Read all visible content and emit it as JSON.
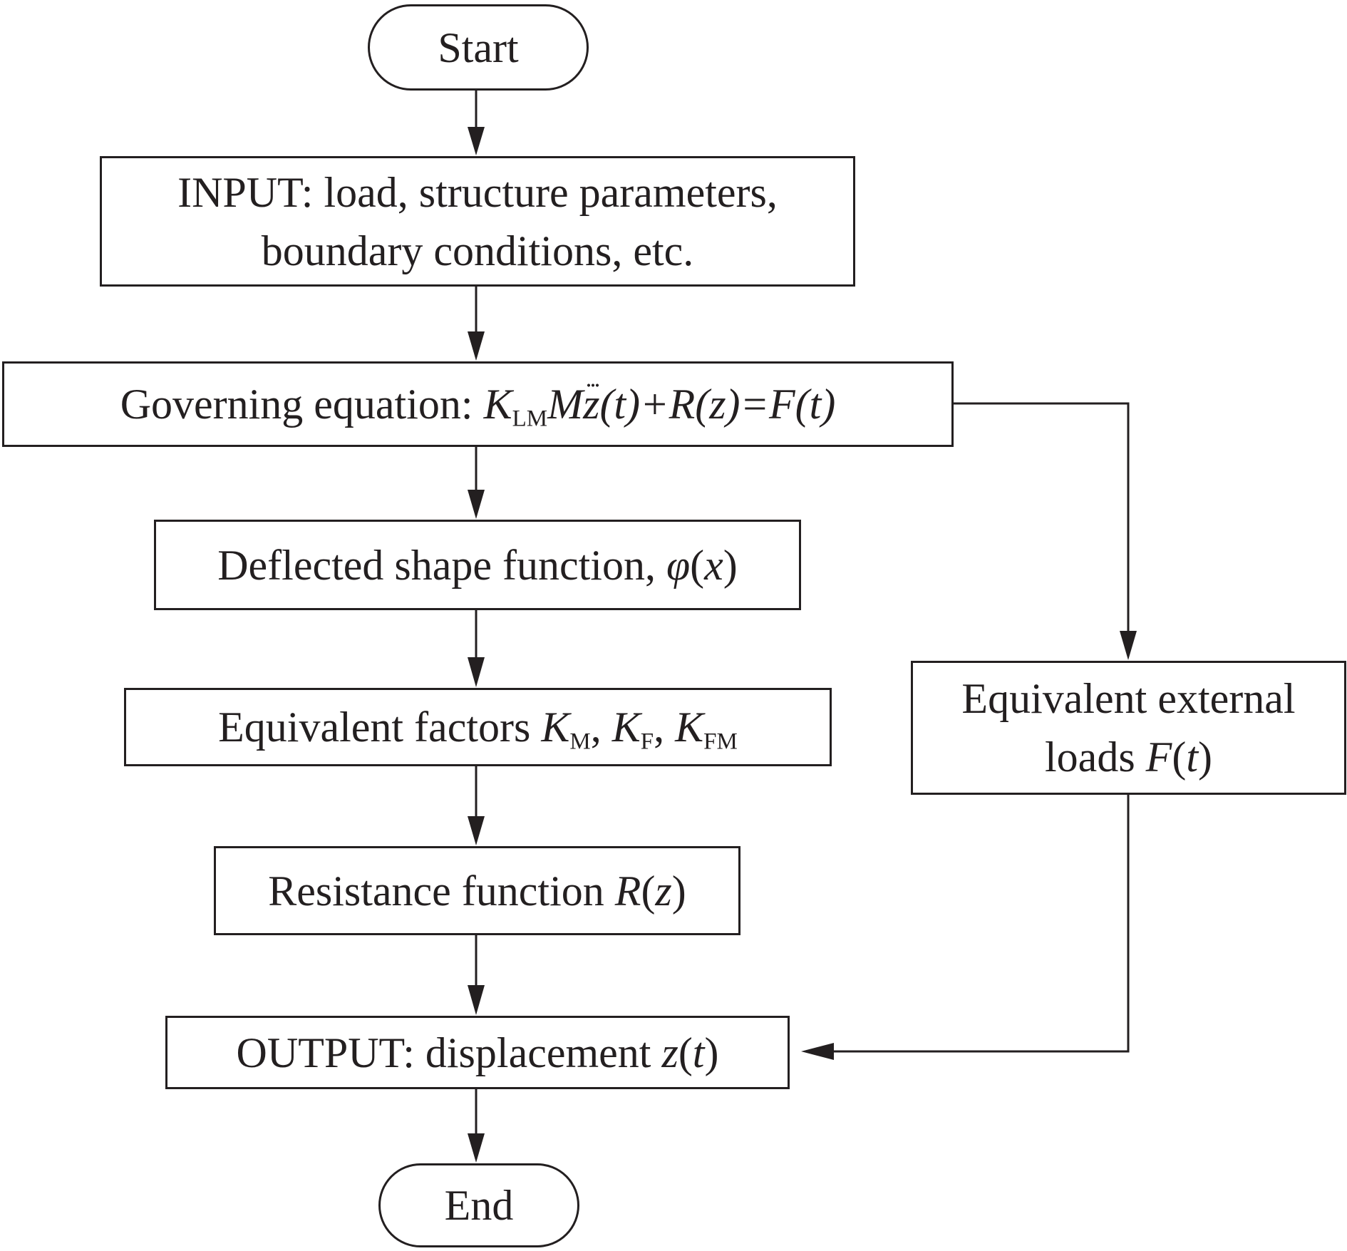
{
  "nodes": {
    "start": {
      "label": "Start"
    },
    "input": {
      "line1": "INPUT: load, structure parameters,",
      "line2": "boundary conditions, etc."
    },
    "governing": {
      "prefix": "Governing equation: ",
      "K": "K",
      "K_sub": "LM",
      "M": "M",
      "z": "z",
      "rest": "(t)+R(z)=F(t)"
    },
    "deflected": {
      "prefix": "Deflected shape function, ",
      "phi": "φ",
      "open": "(",
      "x": "x",
      "close": ")"
    },
    "factors": {
      "prefix": "Equivalent factors ",
      "K1": "K",
      "s1": "M",
      "sep1": ", ",
      "K2": "K",
      "s2": "F",
      "sep2": ", ",
      "K3": "K",
      "s3": "FM"
    },
    "resistance": {
      "prefix": "Resistance function ",
      "R": "R",
      "open": "(",
      "z": "z",
      "close": ")"
    },
    "external": {
      "line1": "Equivalent external",
      "line2_prefix": "loads ",
      "F": "F",
      "open": "(",
      "t": "t",
      "close": ")"
    },
    "output": {
      "prefix": "OUTPUT: displacement ",
      "z": "z",
      "open": "(",
      "t": "t",
      "close": ")"
    },
    "end": {
      "label": "End"
    }
  },
  "colors": {
    "stroke": "#231f20",
    "background": "#ffffff"
  }
}
